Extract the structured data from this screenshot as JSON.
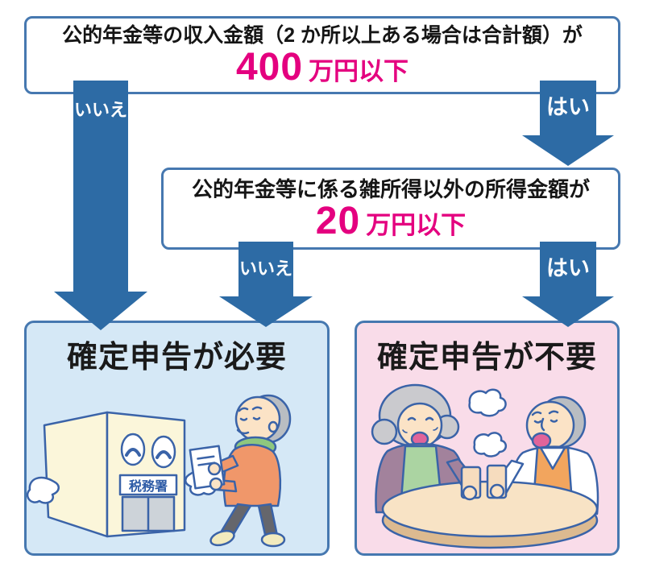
{
  "q1": {
    "text": "公的年金等の収入金額（2 か所以上ある場合は合計額）が",
    "amount": "400",
    "unit": "万円以下"
  },
  "q2": {
    "text": "公的年金等に係る雑所得以外の所得金額が",
    "amount": "20",
    "unit": "万円以下"
  },
  "labels": {
    "q1_no": "いいえ",
    "q1_yes": "はい",
    "q2_no": "いいえ",
    "q2_yes": "はい"
  },
  "results": {
    "required": {
      "title": "確定申告が必要"
    },
    "not_required": {
      "title": "確定申告が不要"
    }
  },
  "illustrations": {
    "tax_office_sign": "税務署"
  },
  "colors": {
    "arrow_blue": "#2d6ba5",
    "border_blue": "#4678b0",
    "highlight_pink": "#e4007f",
    "required_bg": "#d5e8f6",
    "not_required_bg": "#f9dce9"
  }
}
